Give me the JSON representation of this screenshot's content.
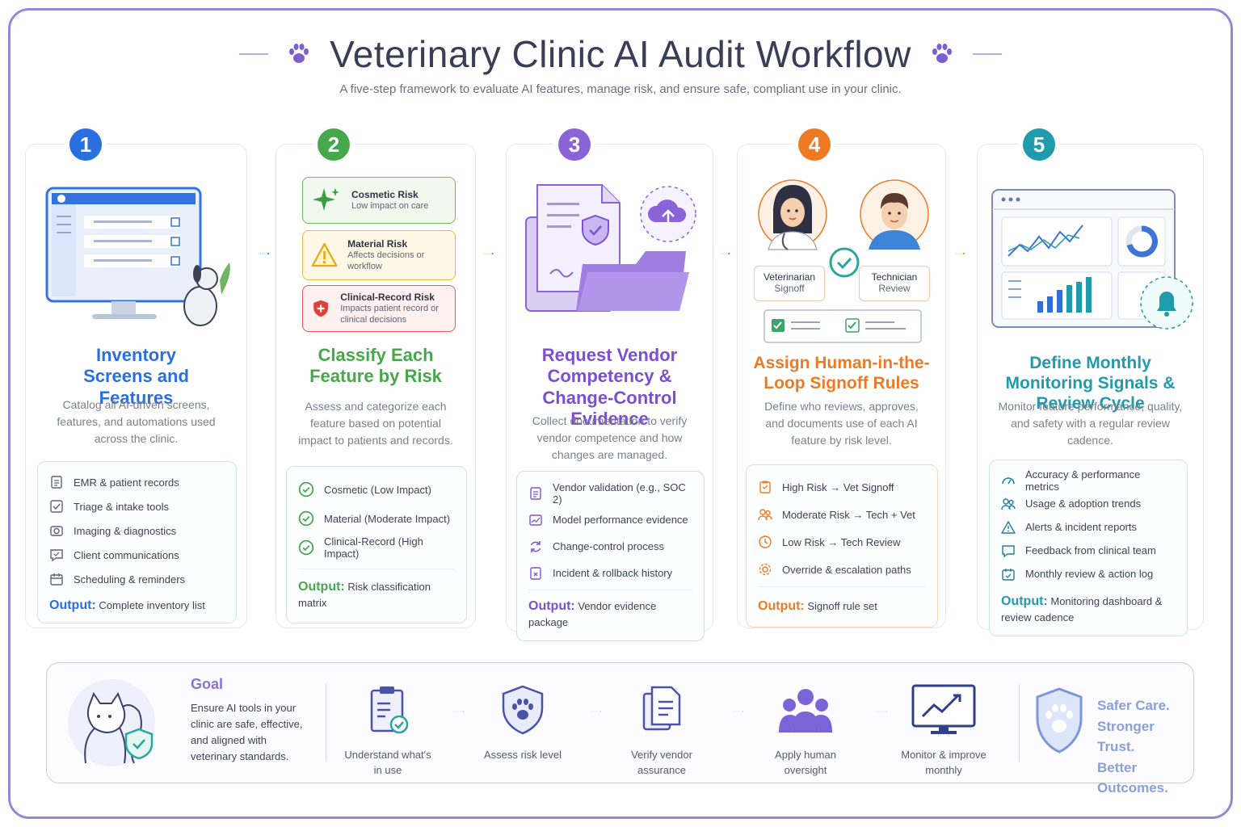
{
  "header": {
    "title": "Veterinary Clinic AI Audit Workflow",
    "subtitle": "A five-step framework to evaluate AI features, manage risk, and ensure safe, compliant use in your clinic."
  },
  "colors": {
    "step1": "#2a6fe0",
    "step2": "#47a84b",
    "step3": "#8b63d8",
    "step4": "#ef7a24",
    "step5": "#1f9bab",
    "frame": "#9b86d6"
  },
  "steps": [
    {
      "number": "1",
      "title": "Inventory Screens and Features",
      "description": "Catalog all AI-driven screens, features, and automations used across the clinic.",
      "items": [
        {
          "icon": "document-icon",
          "label": "EMR & patient records"
        },
        {
          "icon": "checklist-icon",
          "label": "Triage & intake tools"
        },
        {
          "icon": "camera-icon",
          "label": "Imaging & diagnostics"
        },
        {
          "icon": "chat-icon",
          "label": "Client communications"
        },
        {
          "icon": "calendar-icon",
          "label": "Scheduling & reminders"
        }
      ],
      "output_label": "Output:",
      "output_text": "Complete inventory list"
    },
    {
      "number": "2",
      "title": "Classify Each Feature by Risk",
      "description": "Assess and categorize each feature based on potential impact to patients and records.",
      "risk_cards": [
        {
          "title": "Cosmetic Risk",
          "sub": "Low impact on care"
        },
        {
          "title": "Material Risk",
          "sub": "Affects decisions or workflow"
        },
        {
          "title": "Clinical-Record Risk",
          "sub": "Impacts patient record or clinical decisions"
        }
      ],
      "items": [
        {
          "icon": "check-circle-icon",
          "label": "Cosmetic (Low Impact)"
        },
        {
          "icon": "check-circle-icon",
          "label": "Material (Moderate Impact)"
        },
        {
          "icon": "check-circle-icon",
          "label": "Clinical-Record (High Impact)"
        }
      ],
      "output_label": "Output:",
      "output_text": "Risk classification matrix"
    },
    {
      "number": "3",
      "title": "Request Vendor Competency & Change-Control Evidence",
      "description": "Collect documentation to verify vendor competence and how changes are managed.",
      "items": [
        {
          "icon": "document-icon",
          "label": "Vendor validation (e.g., SOC 2)"
        },
        {
          "icon": "chart-icon",
          "label": "Model performance evidence"
        },
        {
          "icon": "refresh-icon",
          "label": "Change-control process"
        },
        {
          "icon": "file-x-icon",
          "label": "Incident & rollback history"
        }
      ],
      "output_label": "Output:",
      "output_text": "Vendor evidence package"
    },
    {
      "number": "4",
      "title": "Assign Human-in-the-Loop Signoff Rules",
      "description": "Define who reviews, approves, and documents use of each AI feature by risk level.",
      "roles": [
        {
          "title": "Veterinarian",
          "sub": "Signoff"
        },
        {
          "title": "Technician",
          "sub": "Review"
        }
      ],
      "items": [
        {
          "icon": "clipboard-icon",
          "label": "High Risk → Vet Signoff"
        },
        {
          "icon": "users-icon",
          "label": "Moderate Risk → Tech + Vet"
        },
        {
          "icon": "clock-icon",
          "label": "Low Risk → Tech Review"
        },
        {
          "icon": "gear-icon",
          "label": "Override & escalation paths"
        }
      ],
      "output_label": "Output:",
      "output_text": "Signoff rule set"
    },
    {
      "number": "5",
      "title": "Define Monthly Monitoring Signals & Review Cycle",
      "description": "Monitor feature performance, quality, and safety with a regular review cadence.",
      "items": [
        {
          "icon": "gauge-icon",
          "label": "Accuracy & performance metrics"
        },
        {
          "icon": "users-icon",
          "label": "Usage & adoption trends"
        },
        {
          "icon": "warning-icon",
          "label": "Alerts & incident reports"
        },
        {
          "icon": "chat-icon",
          "label": "Feedback from clinical team"
        },
        {
          "icon": "calendar-check-icon",
          "label": "Monthly review & action log"
        }
      ],
      "output_label": "Output:",
      "output_text": "Monitoring dashboard & review cadence"
    }
  ],
  "bottom": {
    "goal_title": "Goal",
    "goal_text": "Ensure AI tools in your clinic are safe, effective, and aligned with veterinary standards.",
    "flow": [
      {
        "icon": "clipboard-check-icon",
        "label": "Understand what's in use"
      },
      {
        "icon": "shield-paw-icon",
        "label": "Assess risk level"
      },
      {
        "icon": "documents-icon",
        "label": "Verify vendor assurance"
      },
      {
        "icon": "people-icon",
        "label": "Apply human oversight"
      },
      {
        "icon": "monitor-chart-icon",
        "label": "Monitor & improve monthly"
      }
    ],
    "tagline": [
      "Safer Care.",
      "Stronger Trust.",
      "Better Outcomes."
    ]
  }
}
